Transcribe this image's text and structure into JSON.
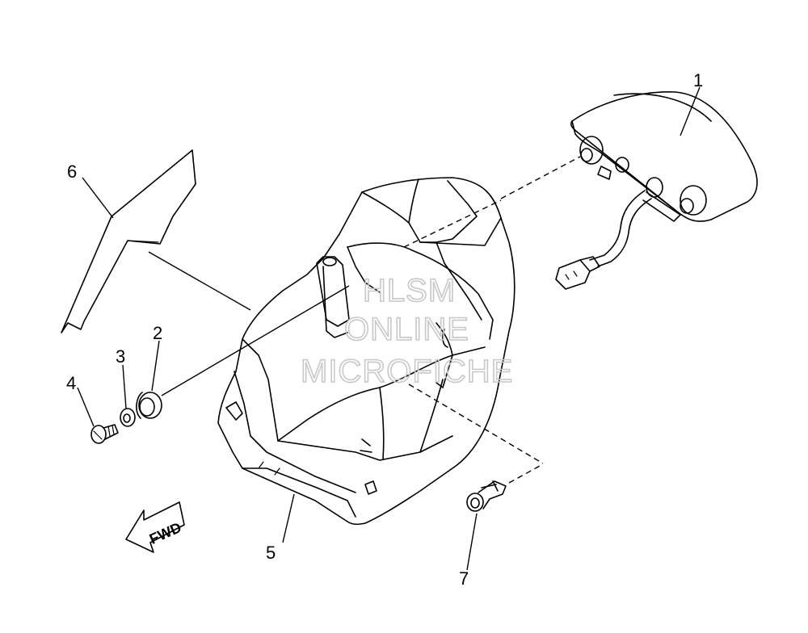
{
  "diagram": {
    "callouts": [
      "1",
      "2",
      "3",
      "4",
      "5",
      "6",
      "7"
    ],
    "direction_label": "FWD",
    "watermark": [
      "HLSM",
      "ONLINE",
      "MICROFICHE"
    ]
  }
}
